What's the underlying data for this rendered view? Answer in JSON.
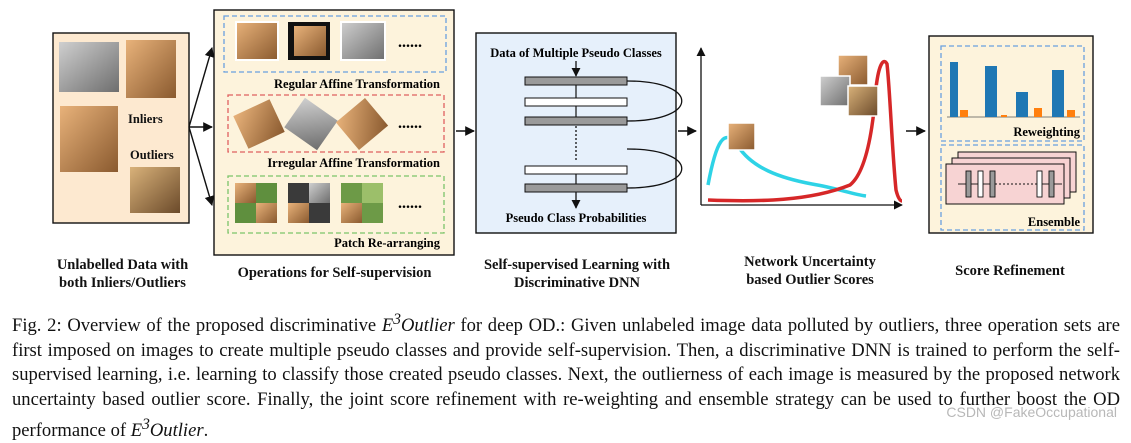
{
  "stage_labels": {
    "unlabelled_line1": "Unlabelled Data with",
    "unlabelled_line2": "both Inliers/Outliers",
    "operations": "Operations for Self-supervision",
    "ssl_line1": "Self-supervised Learning with",
    "ssl_line2": "Discriminative DNN",
    "uncert_line1": "Network Uncertainty",
    "uncert_line2": "based Outlier Scores",
    "refinement": "Score Refinement"
  },
  "inner_labels": {
    "inliers": "Inliers",
    "outliers": "Outliers",
    "regular": "Regular Affine Transformation",
    "irregular": "Irregular Affine Transformation",
    "patch": "Patch Re-arranging",
    "ellipsis": "......",
    "dnn_top": "Data of Multiple Pseudo Classes",
    "dnn_bottom": "Pseudo Class Probabilities",
    "reweighting": "Reweighting",
    "ensemble": "Ensemble"
  },
  "caption": {
    "prefix": "Fig. 2: Overview of the proposed discriminative ",
    "method_base": "E",
    "method_sup": "3",
    "method_name": "Outlier",
    "body": " for deep OD.: Given unlabeled image data polluted by outliers, three operation sets are first imposed on images to create multiple pseudo classes and provide self-supervision. Then, a discriminative DNN is trained to perform the self-supervised learning, i.e. learning to classify those created pseudo classes. Next, the outlierness of each image is measured by the proposed network uncertainty based outlier score. Finally, the joint score refinement with re-weighting and ensemble strategy can be used to further boost the OD performance of ",
    "end": "."
  },
  "watermark": "CSDN @FakeOccupational",
  "colors": {
    "panel_fill": "#fdf3dc",
    "cat_fill": "#c98a4a",
    "dog_fill": "#b8894f",
    "cyan_curve": "#2ed3e6",
    "red_curve": "#d62728",
    "bar_blue": "#1f77b4",
    "bar_orange": "#ff7f0e",
    "blue_dash": "#6aa0e0",
    "red_dash": "#e06060",
    "green_dash": "#7cc46a",
    "grey_layer": "#9a9a9a",
    "ensemble_fill": "#f7d3d3"
  }
}
